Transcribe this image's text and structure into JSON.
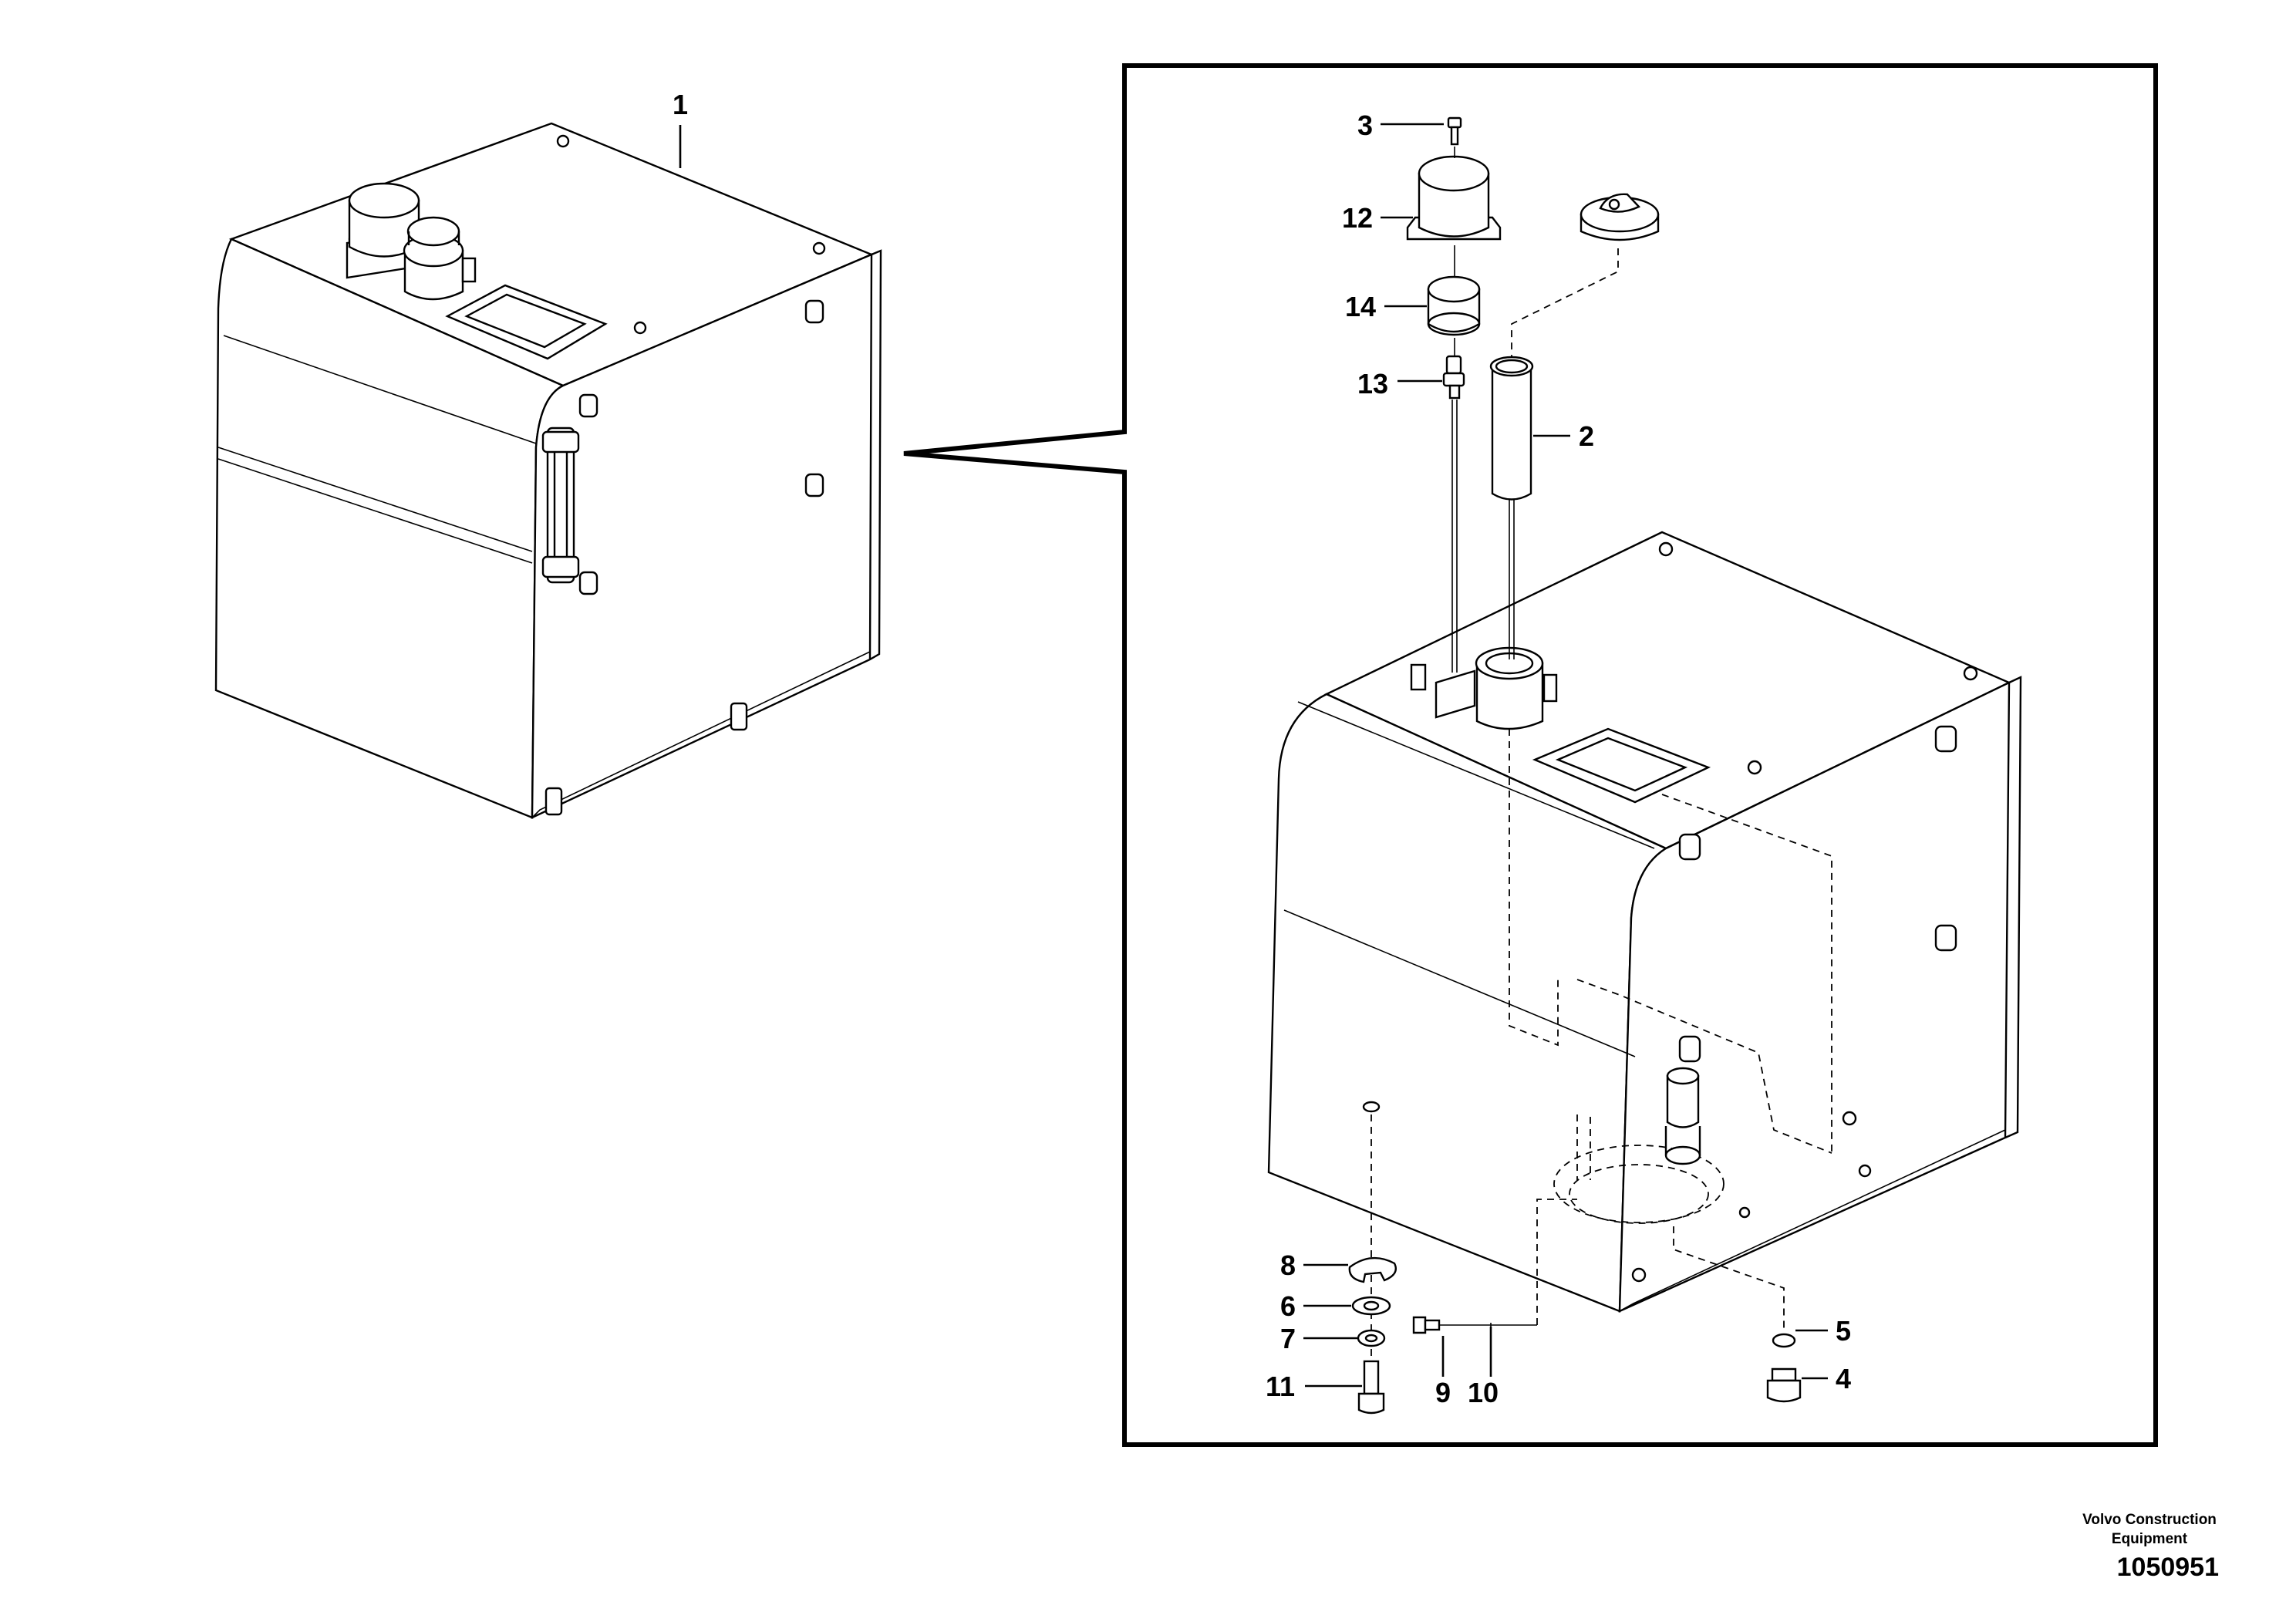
{
  "callouts": {
    "c1": "1",
    "c2": "2",
    "c3": "3",
    "c4": "4",
    "c5": "5",
    "c6": "6",
    "c7": "7",
    "c8": "8",
    "c9": "9",
    "c10": "10",
    "c11": "11",
    "c12": "12",
    "c13": "13",
    "c14": "14"
  },
  "footer": {
    "brand_line1": "Volvo Construction",
    "brand_line2": "Equipment",
    "drawing_number": "1050951"
  }
}
